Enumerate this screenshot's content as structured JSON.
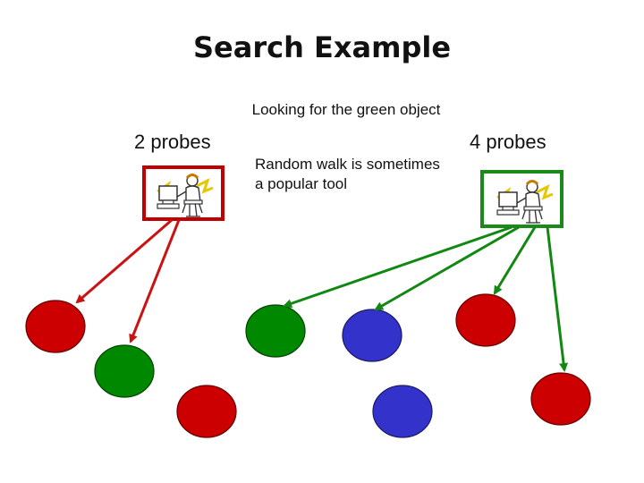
{
  "title": "Search Example",
  "subtitle": "Looking for the green object",
  "left_label": "2 probes",
  "right_label": "4 probes",
  "note_line1": "Random walk is sometimes",
  "note_line2": "a popular tool",
  "colors": {
    "red_node": "#cc0000",
    "green_node": "#008800",
    "blue_node": "#3333cc",
    "red_arrow": "#cc1111",
    "green_arrow": "#118811",
    "left_frame": "#c00000",
    "right_frame": "#1a8a1a"
  },
  "icons": {
    "searcher": "person-at-computer-icon"
  }
}
